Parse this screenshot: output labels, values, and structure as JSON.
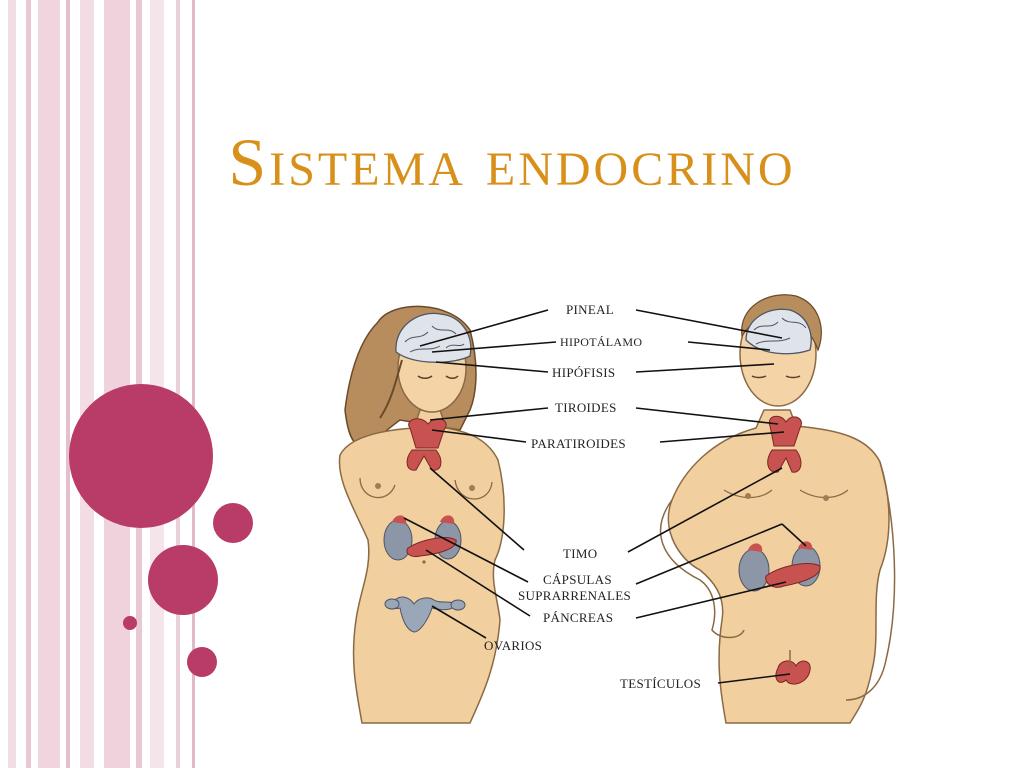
{
  "slide": {
    "title": "Sistema endocrino"
  },
  "labels": {
    "pineal": "PINEAL",
    "hipotalamo": "HIPOTÁLAMO",
    "hipofisis": "HIPÓFISIS",
    "tiroides": "TIROIDES",
    "paratiroides": "PARATIROIDES",
    "timo": "TIMO",
    "capsulas_1": "CÁPSULAS",
    "capsulas_2": "SUPRARRENALES",
    "pancreas": "PÁNCREAS",
    "ovarios": "OVARIOS",
    "testiculos": "TESTÍCULOS"
  },
  "colors": {
    "title": "#d9901b",
    "accent_circle": "#b83c67",
    "stripe": "#e8c6d2",
    "skin": "#f1cf9f",
    "gland": "#c8524f",
    "kidney": "#8c96a6"
  }
}
